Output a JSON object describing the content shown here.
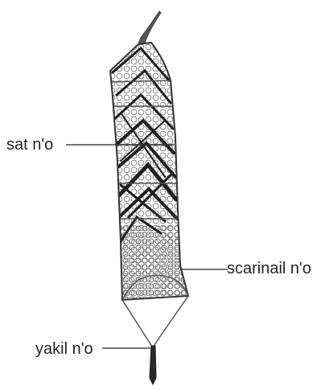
{
  "labels": {
    "sat": "sat n'o",
    "scarinail": "scarinail n'o",
    "yakil": "yakil n'o"
  },
  "colors": {
    "ink": "#222222",
    "mesh": "#7a7a7a",
    "background": "#ffffff"
  }
}
